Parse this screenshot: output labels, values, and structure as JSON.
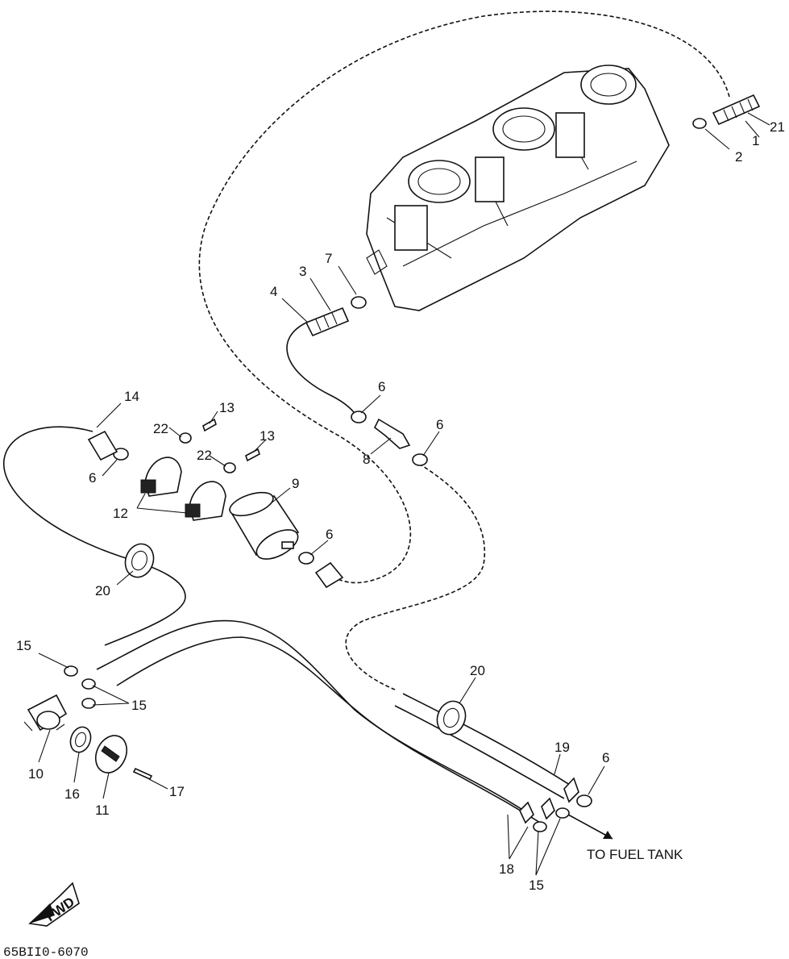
{
  "diagram": {
    "parts": {
      "p1": "1",
      "p2": "2",
      "p3": "3",
      "p4": "4",
      "p6a": "6",
      "p6b": "6",
      "p6c": "6",
      "p6d": "6",
      "p6e": "6",
      "p7": "7",
      "p8": "8",
      "p9": "9",
      "p10": "10",
      "p11": "11",
      "p12": "12",
      "p13a": "13",
      "p13b": "13",
      "p14": "14",
      "p15a": "15",
      "p15b": "15",
      "p15c": "15",
      "p16": "16",
      "p17": "17",
      "p18": "18",
      "p19": "19",
      "p20a": "20",
      "p20b": "20",
      "p21": "21",
      "p22a": "22",
      "p22b": "22"
    },
    "to_fuel_tank": "TO FUEL TANK",
    "fwd": "FWD",
    "drawing_code": "65BII0-6070"
  }
}
